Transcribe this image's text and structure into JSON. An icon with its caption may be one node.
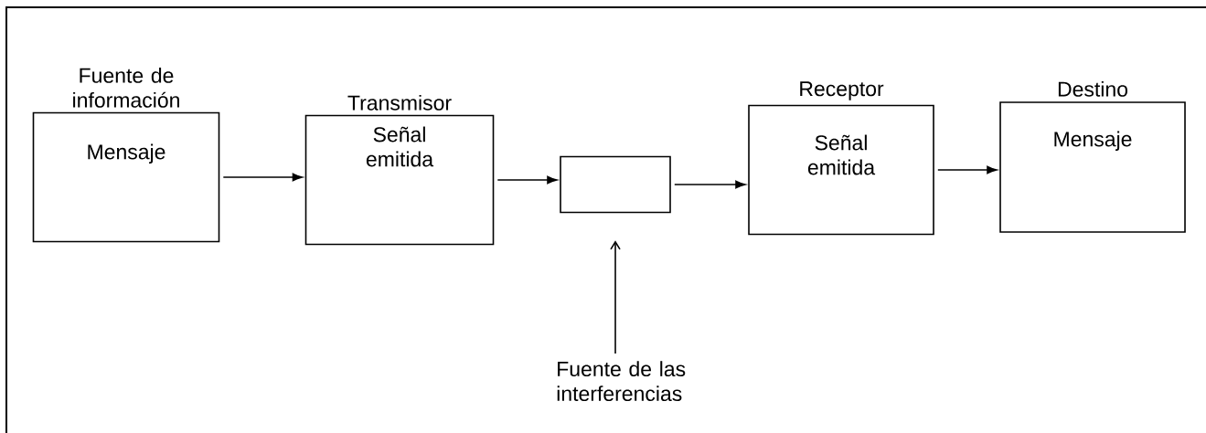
{
  "diagram": {
    "nodes": [
      {
        "text": [
          "Fuente de información",
          "Mensaje"
        ]
      },
      {
        "text": [
          "Transmisor",
          "Señal emitida"
        ]
      },
      {
        "text": [],
        "shape": "box"
      },
      {
        "text": [
          "Receptor",
          "Señal emitida"
        ]
      },
      {
        "text": [
          "Destino",
          "Mensaje"
        ]
      },
      {
        "text": [
          "Fuente de las interferencias"
        ]
      }
    ],
    "edges": [
      {
        "from": 0,
        "to": 1,
        "arrow": "to"
      },
      {
        "from": 1,
        "to": 2,
        "arrow": "to"
      },
      {
        "from": 2,
        "to": 3,
        "arrow": "to"
      },
      {
        "from": 3,
        "to": 4,
        "arrow": "to"
      },
      {
        "from": 5,
        "to": 2,
        "arrow": "to"
      }
    ]
  }
}
